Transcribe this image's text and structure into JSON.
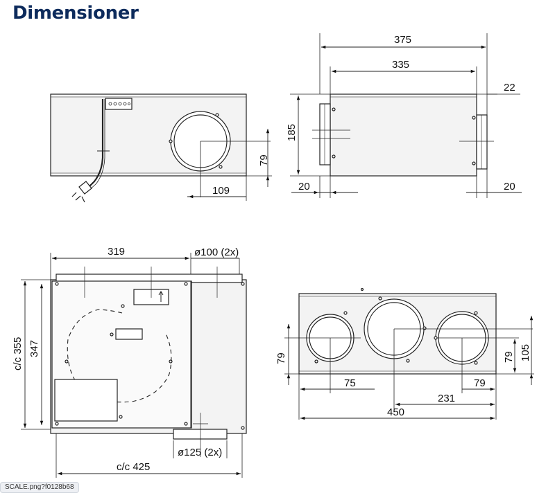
{
  "title": "Dimensioner",
  "caption": "SCALE.png?f0128b68",
  "views": {
    "side": {
      "dim_109": "109",
      "dim_79": "79"
    },
    "end": {
      "dim_375": "375",
      "dim_335": "335",
      "dim_22": "22",
      "dim_185": "185",
      "dim_20_left": "20",
      "dim_20_right": "20"
    },
    "top": {
      "dim_319": "319",
      "dim_duct_top": "ø100 (2x)",
      "dim_cc355": "c/c 355",
      "dim_347": "347",
      "dim_duct_bottom": "ø125 (2x)",
      "dim_cc425": "c/c 425"
    },
    "front": {
      "dim_79_left": "79",
      "dim_75": "75",
      "dim_79_mid": "79",
      "dim_231": "231",
      "dim_79_right": "79",
      "dim_105": "105",
      "dim_450": "450"
    }
  }
}
